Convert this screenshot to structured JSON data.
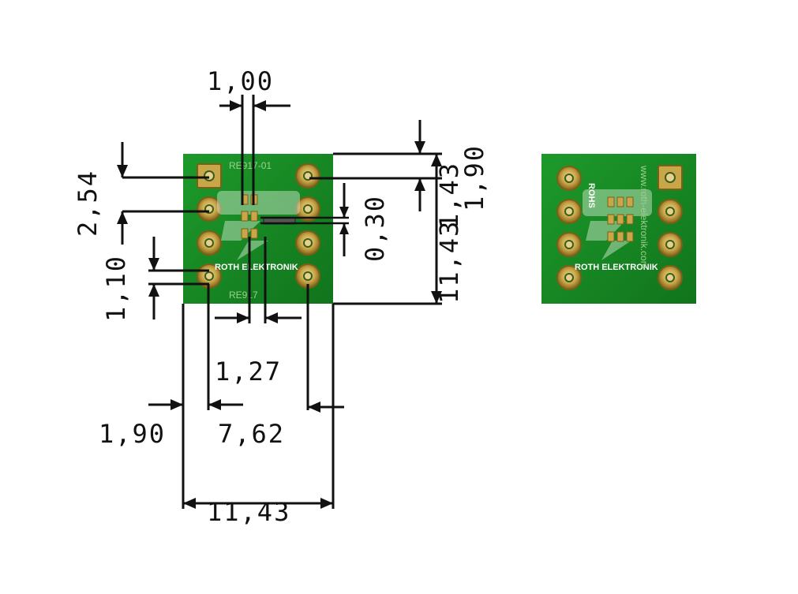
{
  "dimensions": {
    "top_pitch": "1,00",
    "left_pitch": "2,54",
    "left_pad": "1,10",
    "small_gap": "0,30",
    "right_pitch": "1,43",
    "right_edge": "1,90",
    "right_height": "11,43",
    "smd_pitch": "1,27",
    "bottom_edge": "1,90",
    "row_spacing": "7,62",
    "board_width": "11,43"
  },
  "board_left": {
    "top_code": "RE917-01",
    "logo": "ROTH ELEKTRONIK",
    "bottom_code": "RE917"
  },
  "board_right": {
    "rohs": "ROHS",
    "logo": "ROTH ELEKTRONIK",
    "url": "www.roth-elektronik.com"
  },
  "colors": {
    "pcb": "#178a23",
    "pcb_dark": "#0f6b19",
    "pad": "#c9a648",
    "pad_ring": "#8a6a1c",
    "pad_hole": "#e6d08a",
    "line": "#111111"
  }
}
